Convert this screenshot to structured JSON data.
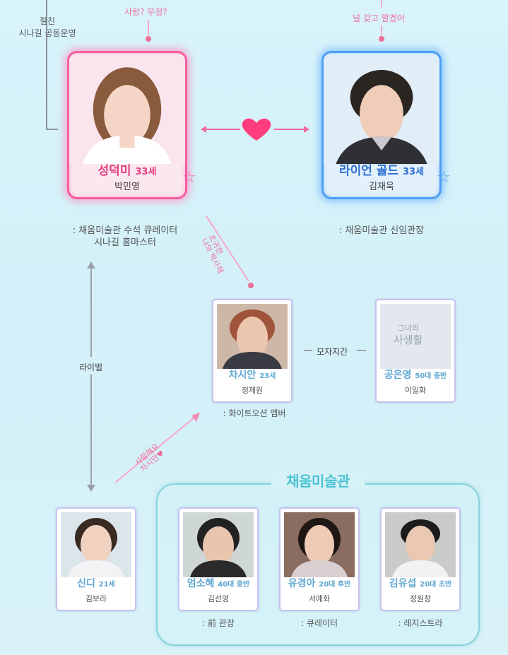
{
  "top_left_note": [
    "절친",
    "시나길 공동운영"
  ],
  "love_question": "사랑? 우정?",
  "ryan_quote": "널 갖고 말겠어",
  "main_characters": {
    "deokmi": {
      "name": "성덕미",
      "age": "33세",
      "actor": "박민영",
      "desc": [
        ": 채움미술관 수석 큐레이터",
        "시나길 홈마스터"
      ],
      "accent": "#f45f9d"
    },
    "ryan": {
      "name": "라이언 골드",
      "age": "33세",
      "actor": "김재욱",
      "desc": [
        ": 채움미술관 신임관장"
      ],
      "accent": "#4d9ff3"
    }
  },
  "sian_note": [
    "초귀한",
    "나의 박사채"
  ],
  "sian": {
    "name": "차시안",
    "age": "23세",
    "actor": "정제원",
    "desc": ": 화이트오션 멤버"
  },
  "relation_label": "모자지간",
  "eunyoung": {
    "name": "공은영",
    "age": "50대 중반",
    "actor": "이일화",
    "logo_text": [
      "그녀의",
      "사생활"
    ]
  },
  "rival_label": "라이벌",
  "cindy_note": [
    "사랑해요",
    "차시안♥"
  ],
  "cindy": {
    "name": "신디",
    "age": "21세",
    "actor": "김보라"
  },
  "museum": {
    "title": "채움미술관",
    "members": [
      {
        "name": "엄소혜",
        "age": "40대 중반",
        "actor": "김선영",
        "desc": ": 前 관장"
      },
      {
        "name": "유경아",
        "age": "20대 후반",
        "actor": "서예화",
        "desc": ": 큐레이터"
      },
      {
        "name": "김유섭",
        "age": "20대 초반",
        "actor": "정원창",
        "desc": ": 레지스트라"
      }
    ]
  },
  "colors": {
    "pink": "#f45f9d",
    "blue": "#4d9ff3",
    "teal": "#4cc3d4",
    "name_blue": "#5fa7d0"
  }
}
